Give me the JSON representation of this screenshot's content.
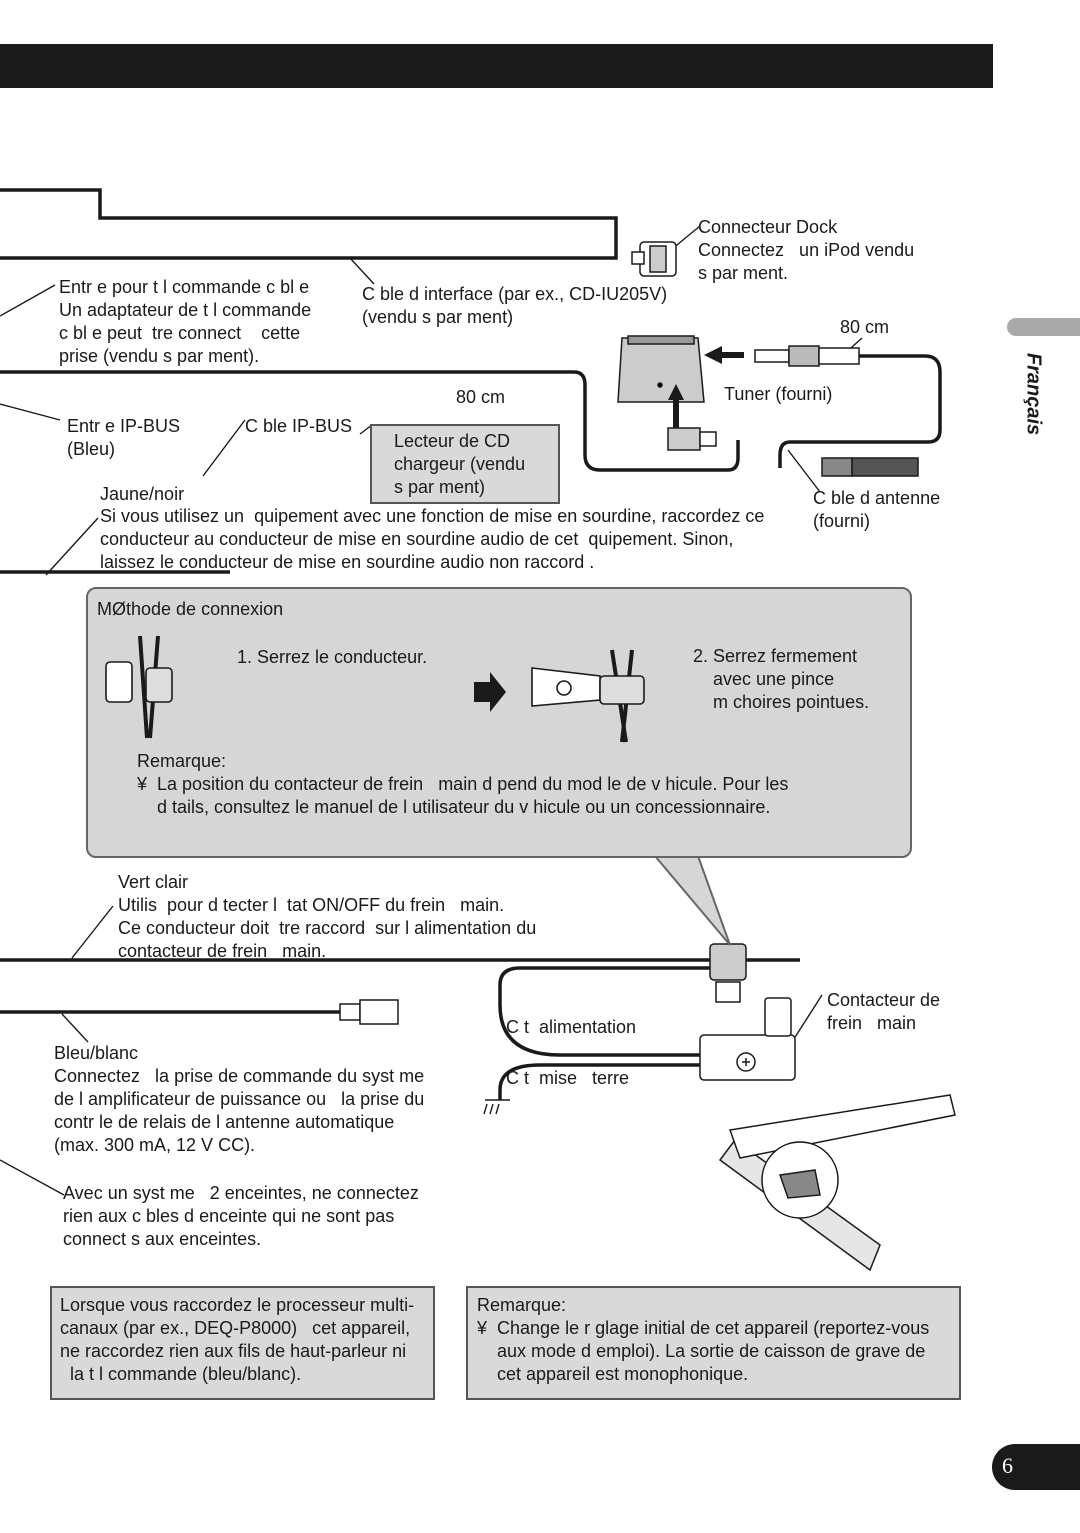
{
  "language_tab": "Français",
  "page_number": "6",
  "labels": {
    "dock_connector": "Connecteur Dock\nConnectez   un iPod vendu\ns par ment.",
    "interface_cable": "C ble d interface (par ex., CD-IU205V)\n(vendu s par ment)",
    "wired_remote": "Entr e pour t l commande c bl e\nUn adaptateur de t l commande\nc bl e peut  tre connect    cette\nprise (vendu s par ment).",
    "length_80_top": "80 cm",
    "length_80_mid": "80 cm",
    "tuner": "Tuner (fourni)",
    "ipbus_input": "Entr e IP-BUS\n(Bleu)",
    "ipbus_cable": "C ble IP-BUS",
    "cd_player": "Lecteur de CD\nchargeur (vendu\ns par ment)",
    "antenna_cable": "C ble d antenne\n(fourni)",
    "yellow_black_title": "Jaune/noir",
    "yellow_black_text": "Si vous utilisez un  quipement avec une fonction de mise en sourdine, raccordez ce\nconducteur au conducteur de mise en sourdine audio de cet  quipement. Sinon,\nlaissez le conducteur de mise en sourdine audio non raccord .",
    "light_green": "Vert clair\nUtilis  pour d tecter l  tat ON/OFF du frein   main.\nCe conducteur doit  tre raccord  sur l alimentation du\ncontacteur de frein   main.",
    "power_side": "C t  alimentation",
    "ground_side": "C t  mise   terre",
    "parking_brake_switch": "Contacteur de\nfrein   main",
    "blue_white": "Bleu/blanc\nConnectez   la prise de commande du syst me\nde l amplificateur de puissance ou   la prise du\ncontr le de relais de l antenne automatique\n(max. 300 mA, 12 V CC).",
    "two_speaker": "Avec un syst me   2 enceintes, ne connectez\nrien aux c bles d enceinte qui ne sont pas\nconnect s aux enceintes."
  },
  "method_panel": {
    "title": "MØthode de connexion",
    "step1": "1. Serrez le conducteur.",
    "step2": "2. Serrez fermement\n    avec une pince\n    m choires pointues.",
    "note_title": "Remarque:",
    "note_text": "¥  La position du contacteur de frein   main d pend du mod le de v hicule. Pour les\n    d tails, consultez le manuel de l utilisateur du v hicule ou un concessionnaire."
  },
  "note_boxes": {
    "multichannel": "Lorsque vous raccordez le processeur multi-\ncanaux (par ex., DEQ-P8000)   cet appareil,\nne raccordez rien aux fils de haut-parleur ni\n  la t l commande (bleu/blanc).",
    "remark_title": "Remarque:",
    "remark_text": "¥  Change le r glage initial de cet appareil (reportez-vous\n    aux mode d emploi). La sortie de caisson de grave de\n    cet appareil est monophonique."
  }
}
